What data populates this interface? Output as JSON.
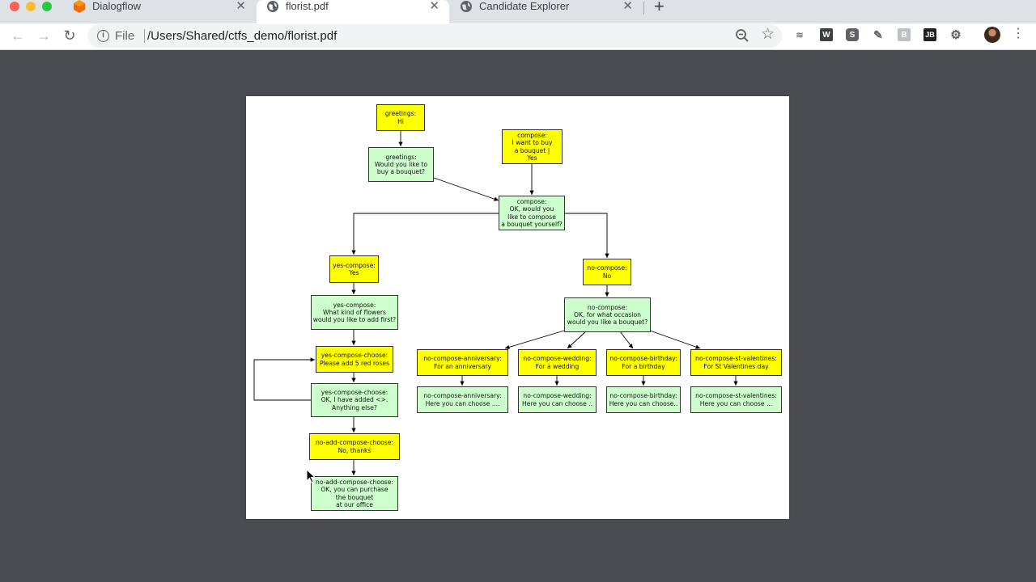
{
  "browser": {
    "tabs": [
      {
        "title": "Dialogflow",
        "icon": "dialogflow-icon",
        "active": false
      },
      {
        "title": "florist.pdf",
        "icon": "globe-icon",
        "active": true
      },
      {
        "title": "Candidate Explorer",
        "icon": "globe-icon",
        "active": false
      }
    ],
    "new_tab_symbol": "+",
    "close_symbol": "✕",
    "scheme_label": "File",
    "url": "/Users/Shared/ctfs_demo/florist.pdf",
    "extensions": [
      "ext-wave-icon",
      "ext-w-icon",
      "ext-s-icon",
      "ext-eyedropper-icon",
      "ext-b-icon",
      "ext-jb-icon",
      "ext-gear-icon"
    ],
    "ext_labels": {
      "w": "W",
      "s": "S",
      "b": "B",
      "jb": "JB"
    }
  },
  "flowchart": {
    "greetings_intent": [
      "greetings:",
      "Hi"
    ],
    "greetings_response": [
      "greetings:",
      "Would you like to",
      "buy a bouquet?"
    ],
    "compose_intent": [
      "compose:",
      "I want to buy",
      "a bouquet |",
      "Yes"
    ],
    "compose_response": [
      "compose:",
      "OK, would you",
      "like to compose",
      "a bouquet yourself?"
    ],
    "yes_compose_intent": [
      "yes-compose:",
      "Yes"
    ],
    "yes_compose_response": [
      "yes-compose:",
      "What kind of flowers",
      "would you like to add first?"
    ],
    "yes_compose_choose_intent": [
      "yes-compose-choose:",
      "Please add 5 red roses"
    ],
    "yes_compose_choose_response": [
      "yes-compose-choose:",
      "OK, I have added <>.",
      "Anything else?"
    ],
    "no_add_intent": [
      "no-add-compose-choose:",
      "No, thanks"
    ],
    "no_add_response": [
      "no-add-compose-choose:",
      "OK, you can purchase",
      "the bouquet",
      "at our office"
    ],
    "no_compose_intent": [
      "no-compose:",
      "No"
    ],
    "no_compose_response": [
      "no-compose:",
      "OK, for what occasion",
      "would you like a bouquet?"
    ],
    "anniversary_intent": [
      "no-compose-anniversary:",
      "For an anniversary"
    ],
    "anniversary_response": [
      "no-compose-anniversary:",
      "Here you can choose ...."
    ],
    "wedding_intent": [
      "no-compose-wedding:",
      "For a wedding"
    ],
    "wedding_response": [
      "no-compose-wedding:",
      "Here you can choose .."
    ],
    "birthday_intent": [
      "no-compose-birthday:",
      "For a birthday"
    ],
    "birthday_response": [
      "no-compose-birthday:",
      "Here you can choose.."
    ],
    "valentines_intent": [
      "no-compose-st-valentines:",
      "For St Valentines day"
    ],
    "valentines_response": [
      "no-compose-st-valentines:",
      "Here you can choose ..."
    ]
  }
}
